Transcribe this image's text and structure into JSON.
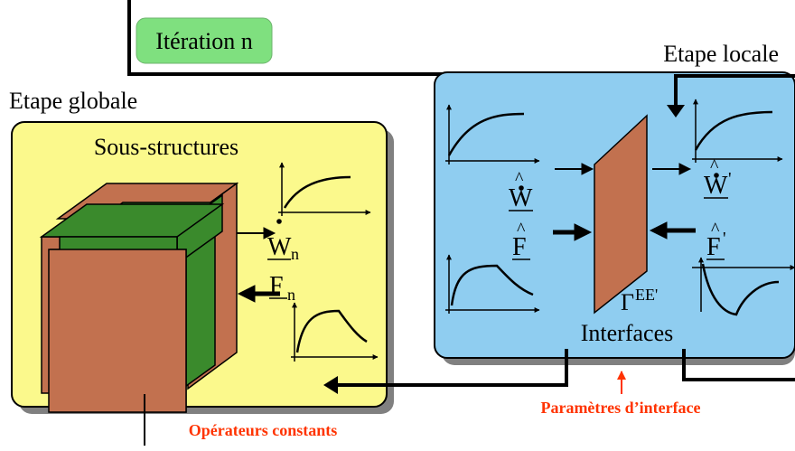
{
  "iteration_label": "Itération n",
  "local_step": {
    "title": "Etape locale",
    "interfaces_label": "Interfaces",
    "gamma_label": "Γ",
    "gamma_sup": "EE'"
  },
  "global_step": {
    "title": "Etape globale",
    "substructures_label": "Sous-structures"
  },
  "symbols": {
    "w_hat": "W",
    "f_hat": "F",
    "w_hat_prime": "W",
    "f_hat_prime": "F",
    "prime": "'",
    "w_n": "W",
    "f_n": "F",
    "n_sub": "n",
    "hat": "^",
    "dot": "•"
  },
  "annotations": {
    "interface_params": "Paramètres d’interface",
    "constant_operators": "Opérateurs constants"
  },
  "colors": {
    "iteration_bg": "#7fe07f",
    "local_bg": "#8fcdf0",
    "global_bg": "#fbf98c",
    "shadow": "#808080",
    "interface_brown": "#c2714f",
    "cube_green": "#3a8a2c",
    "annotation_red": "#ff3300"
  }
}
